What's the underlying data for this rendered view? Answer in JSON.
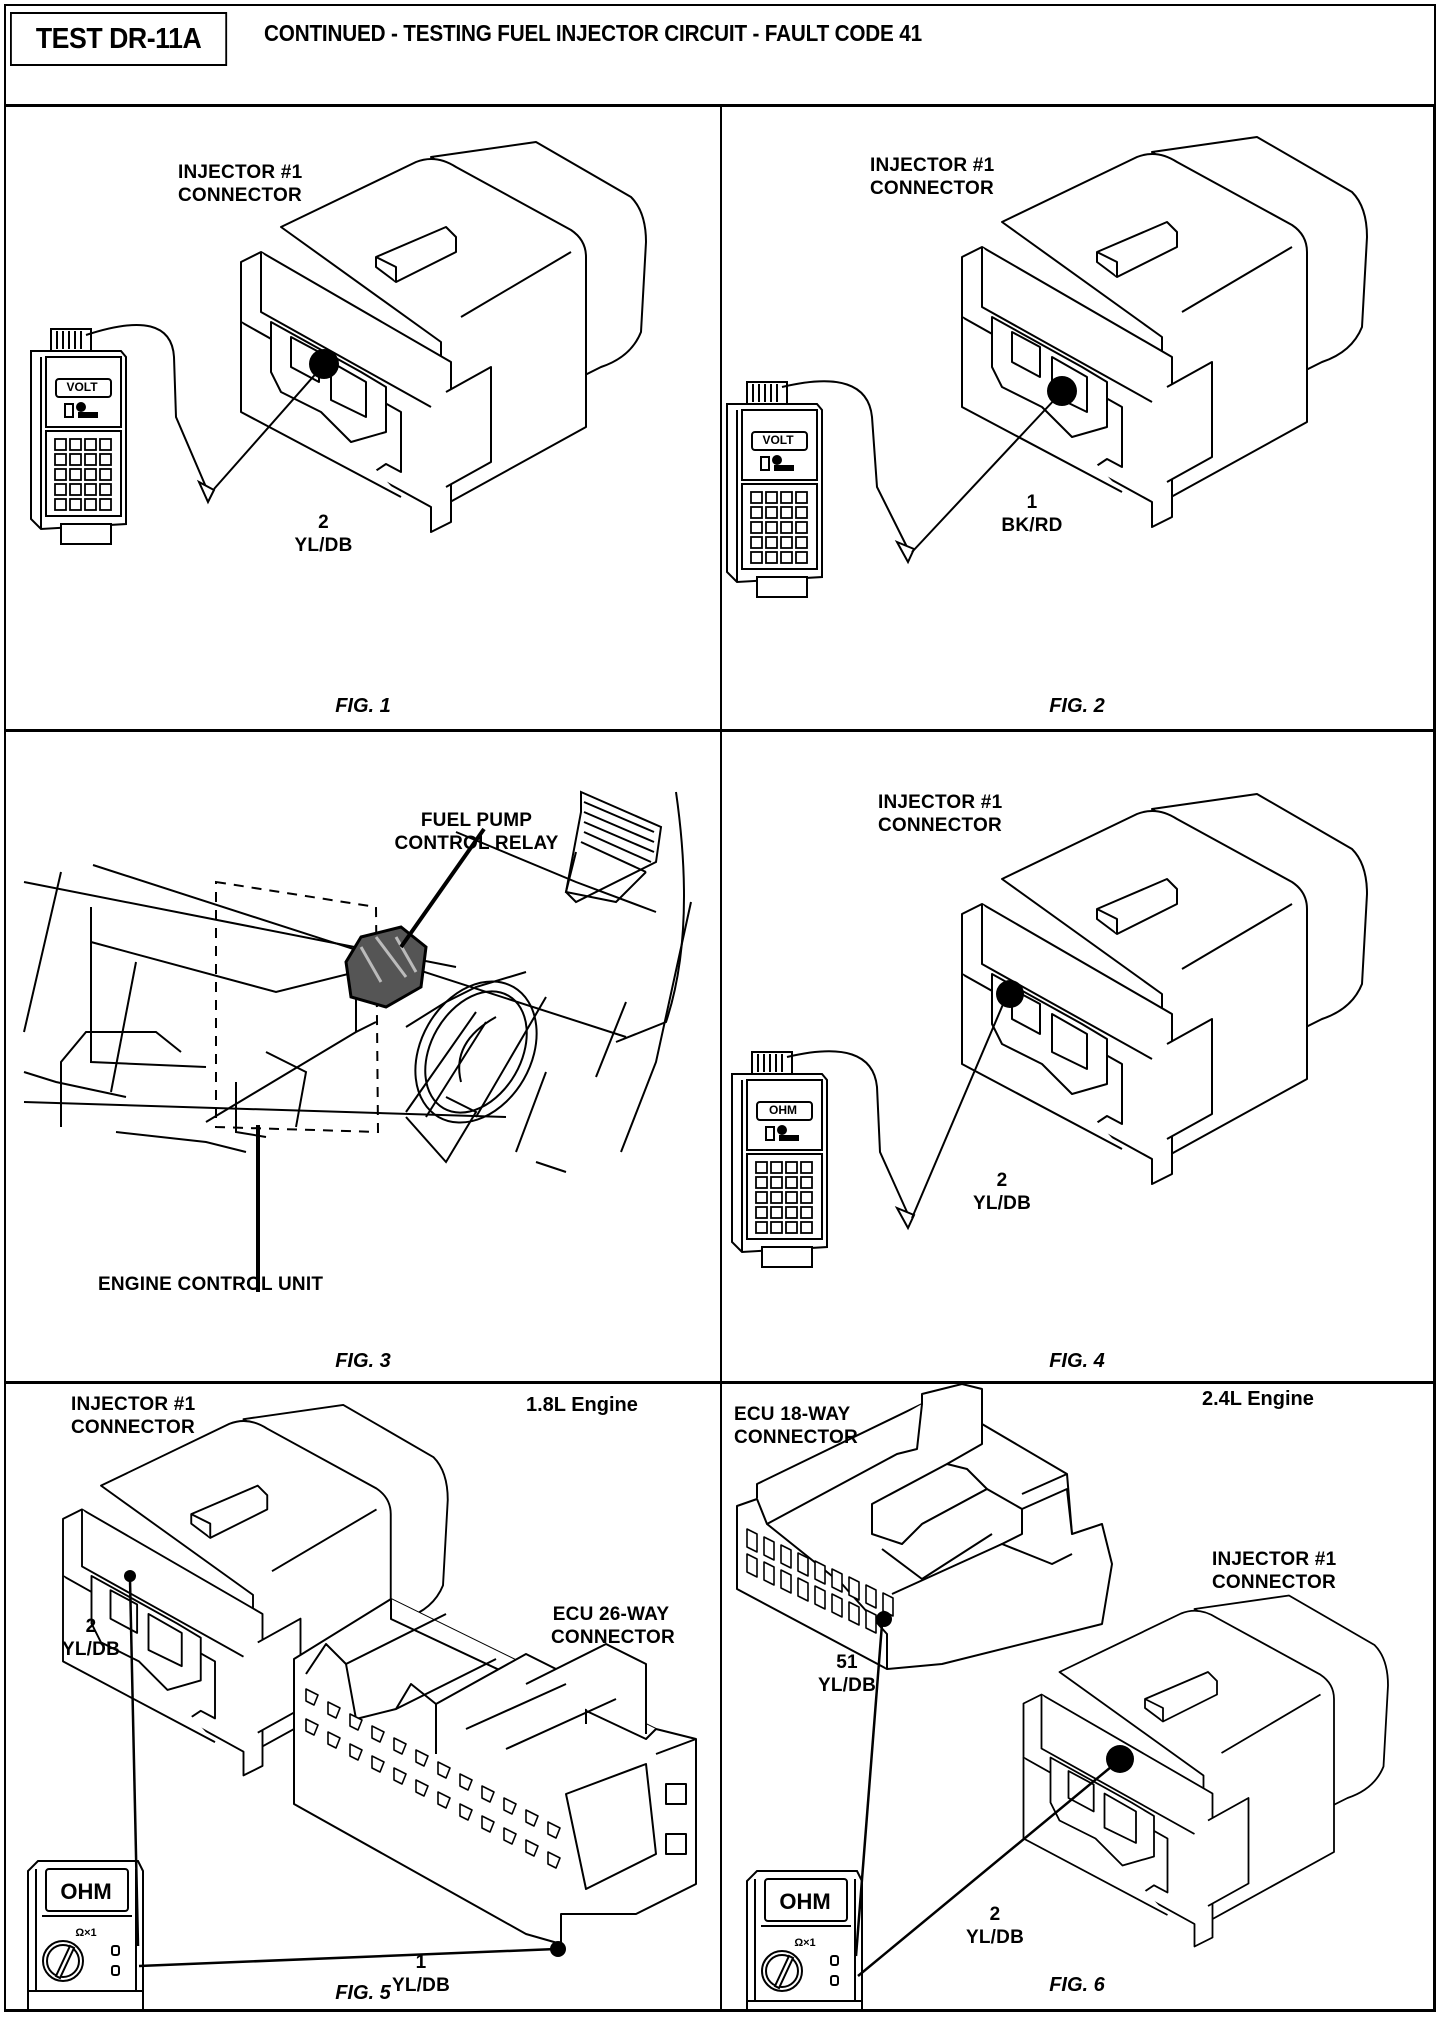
{
  "header": {
    "test_id": "TEST DR-11A",
    "title": "CONTINUED -  TESTING FUEL INJECTOR CIRCUIT - FAULT CODE 41"
  },
  "figures": [
    {
      "caption": "FIG. 1",
      "connector_label_line1": "INJECTOR #1",
      "connector_label_line2": "CONNECTOR",
      "pin_number": "2",
      "wire_color": "YL/DB",
      "meter_mode": "VOLT"
    },
    {
      "caption": "FIG. 2",
      "connector_label_line1": "INJECTOR #1",
      "connector_label_line2": "CONNECTOR",
      "pin_number": "1",
      "wire_color": "BK/RD",
      "meter_mode": "VOLT"
    },
    {
      "caption": "FIG. 3",
      "relay_label_line1": "FUEL PUMP",
      "relay_label_line2": "CONTROL RELAY",
      "ecu_label": "ENGINE CONTROL UNIT"
    },
    {
      "caption": "FIG. 4",
      "connector_label_line1": "INJECTOR #1",
      "connector_label_line2": "CONNECTOR",
      "pin_number": "2",
      "wire_color": "YL/DB",
      "meter_mode": "OHM"
    },
    {
      "caption": "FIG. 5",
      "engine": "1.8L Engine",
      "injector_label_line1": "INJECTOR #1",
      "injector_label_line2": "CONNECTOR",
      "injector_pin_number": "2",
      "injector_wire_color": "YL/DB",
      "ecu_label_line1": "ECU 26-WAY",
      "ecu_label_line2": "CONNECTOR",
      "ecu_pin_number": "1",
      "ecu_wire_color": "YL/DB",
      "meter_mode": "OHM",
      "meter_range": "Ω×1"
    },
    {
      "caption": "FIG. 6",
      "engine": "2.4L Engine",
      "ecu_label_line1": "ECU 18-WAY",
      "ecu_label_line2": "CONNECTOR",
      "ecu_pin_number": "51",
      "ecu_wire_color": "YL/DB",
      "injector_label_line1": "INJECTOR #1",
      "injector_label_line2": "CONNECTOR",
      "injector_pin_number": "2",
      "injector_wire_color": "YL/DB",
      "meter_mode": "OHM",
      "meter_range": "Ω×1"
    }
  ]
}
